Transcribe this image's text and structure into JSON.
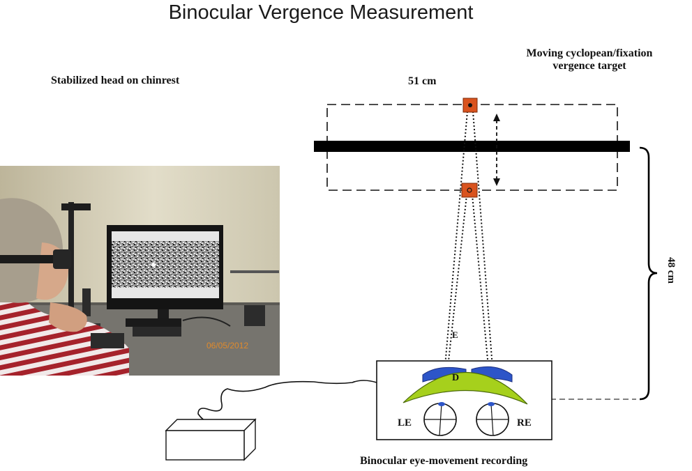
{
  "title": "Binocular Vergence Measurement",
  "labels": {
    "chinrest": "Stabilized head on chinrest",
    "target_line1": "Moving cyclopean/fixation",
    "target_line2": "vergence target",
    "width": "51 cm",
    "distance": "48 cm",
    "recording": "Binocular eye-movement recording",
    "e": "E",
    "d": "D",
    "le": "LE",
    "re": "RE"
  },
  "photo": {
    "date_stamp": "06/05/2012"
  },
  "colors": {
    "target": "#d9531e",
    "lens": "#a6d01c",
    "eyecup": "#2d55c8",
    "rail": "#000000",
    "date_stamp": "#e08a2c"
  }
}
